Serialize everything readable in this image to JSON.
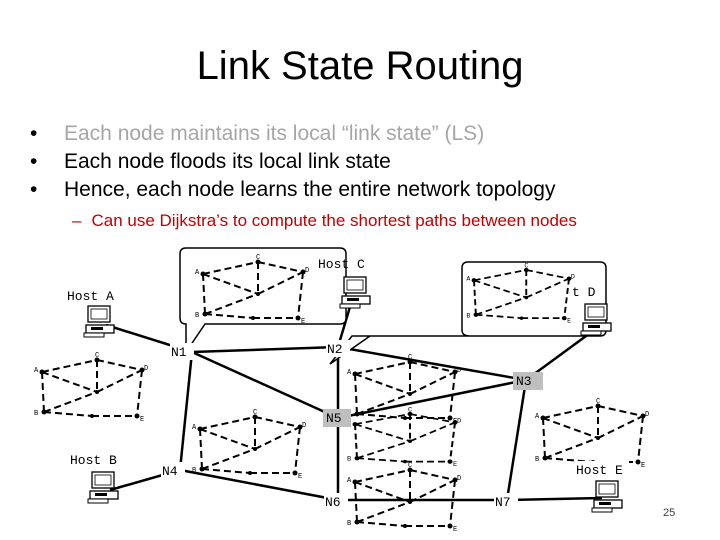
{
  "title": "Link State Routing",
  "bullets": [
    {
      "text": "Each node maintains its local “link state” (LS)",
      "muted": true
    },
    {
      "text": "Each node floods its local link state",
      "muted": false
    },
    {
      "text": "Hence, each node learns the entire network topology",
      "muted": false
    }
  ],
  "sub_bullet": "Can use Dijkstra’s to compute the shortest paths between nodes",
  "bullet_glyph": "•",
  "dash_glyph": "–",
  "nodes": {
    "n1": "N1",
    "n2": "N2",
    "n3": "N3",
    "n4": "N4",
    "n5": "N5",
    "n6": "N6",
    "n7": "N7"
  },
  "hosts": {
    "a": "Host A",
    "b": "Host B",
    "c": "Host C",
    "d_partial": "t D",
    "e_partial": "Host E"
  },
  "graph_letters": {
    "a": "A",
    "b": "B",
    "c": "C",
    "d": "D",
    "e": "E"
  },
  "page_number": "25",
  "colors": {
    "accent_red": "#c00000",
    "muted_gray": "#a6a6a6",
    "highlight_node": "#bfbfbf"
  }
}
